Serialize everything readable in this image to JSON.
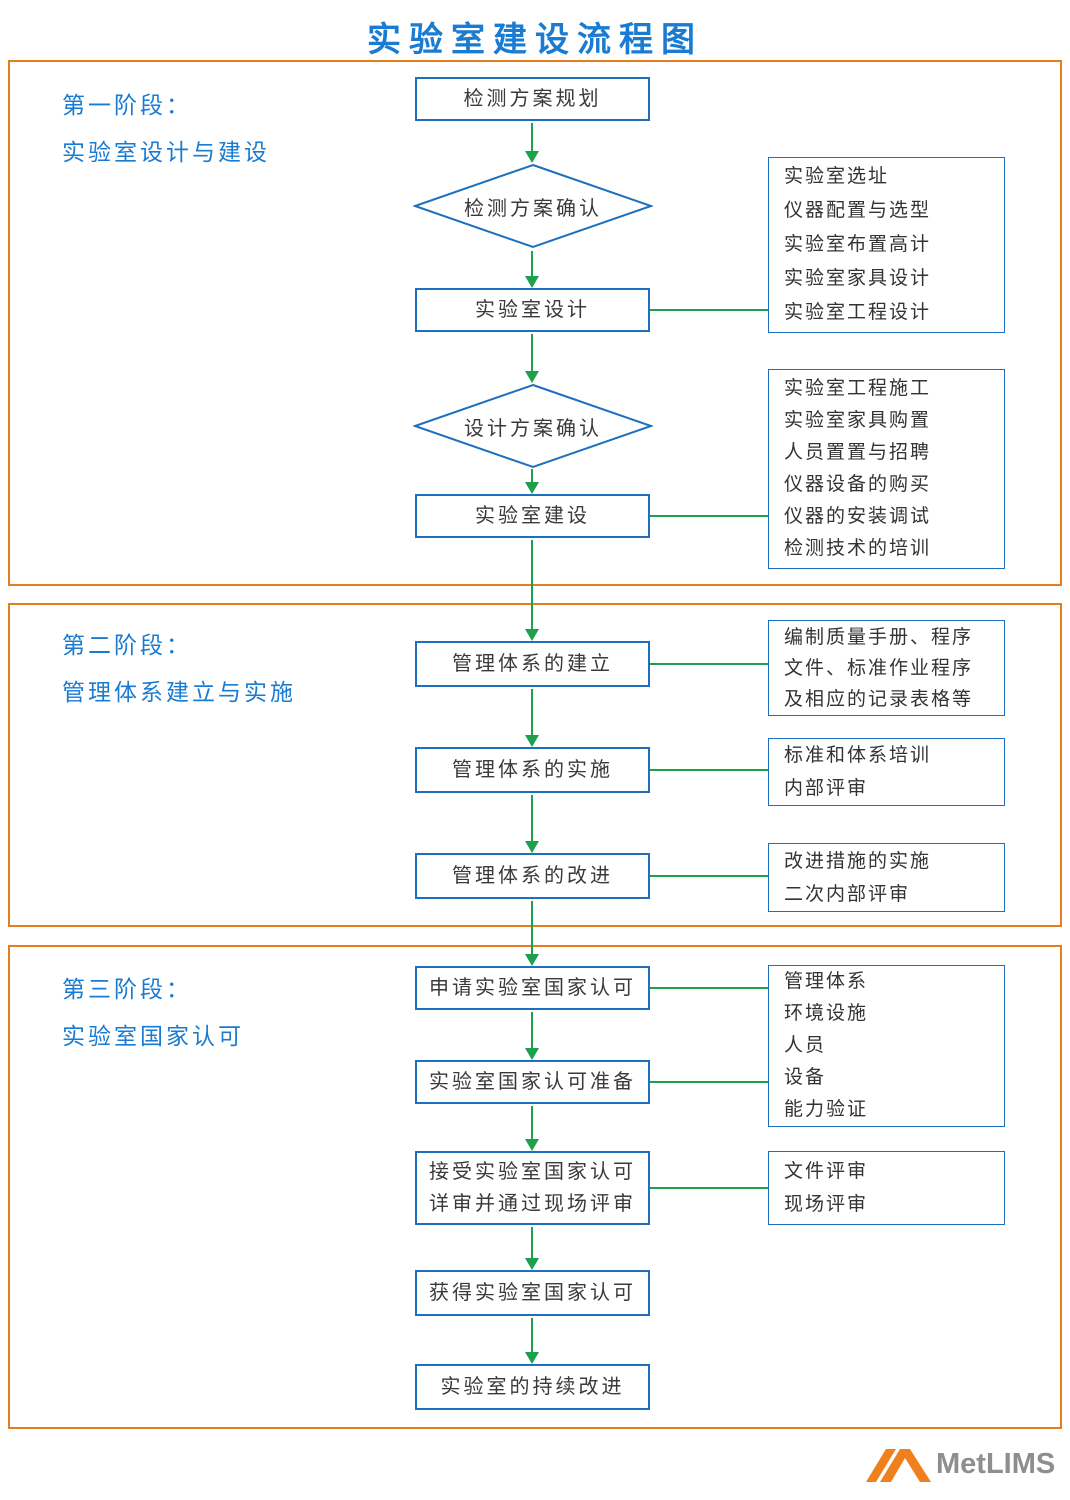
{
  "title": "实验室建设流程图",
  "brand": {
    "logo_text": "MetLIMS"
  },
  "colors": {
    "heading_blue": "#197bd2",
    "box_border_blue": "#1e6fbe",
    "arrow_green": "#1ca04c",
    "section_orange": "#e67e1e",
    "logo_orange": "#f07f1e",
    "logo_gray": "#8e8e8e"
  },
  "stages": [
    {
      "name": "第一阶段：",
      "subtitle": "实验室设计与建设"
    },
    {
      "name": "第二阶段：",
      "subtitle": "管理体系建立与实施"
    },
    {
      "name": "第三阶段：",
      "subtitle": "实验室国家认可"
    }
  ],
  "nodes": {
    "plan": "检测方案规划",
    "plan_confirm": "检测方案确认",
    "lab_design": "实验室设计",
    "design_confirm": "设计方案确认",
    "lab_build": "实验室建设",
    "sys_establish": "管理体系的建立",
    "sys_implement": "管理体系的实施",
    "sys_improve": "管理体系的改进",
    "apply": "申请实验室国家认可",
    "prepare": "实验室国家认可准备",
    "accept_line1": "接受实验室国家认可",
    "accept_line2": "详审并通过现场评审",
    "obtain": "获得实验室国家认可",
    "continuous": "实验室的持续改进"
  },
  "side_boxes": [
    {
      "items": [
        "实验室选址",
        "仪器配置与选型",
        "实验室布置高计",
        "实验室家具设计",
        "实验室工程设计"
      ]
    },
    {
      "items": [
        "实验室工程施工",
        "实验室家具购置",
        "人员置置与招聘",
        "仪器设备的购买",
        "仪器的安装调试",
        "检测技术的培训"
      ]
    },
    {
      "items": [
        "编制质量手册、程序",
        "文件、标准作业程序",
        "及相应的记录表格等"
      ]
    },
    {
      "items": [
        "标准和体系培训",
        "内部评审"
      ]
    },
    {
      "items": [
        "改进措施的实施",
        "二次内部评审"
      ]
    },
    {
      "items": [
        "管理体系",
        "环境设施",
        "人员",
        "设备",
        "能力验证"
      ]
    },
    {
      "items": [
        "文件评审",
        "现场评审"
      ]
    }
  ]
}
